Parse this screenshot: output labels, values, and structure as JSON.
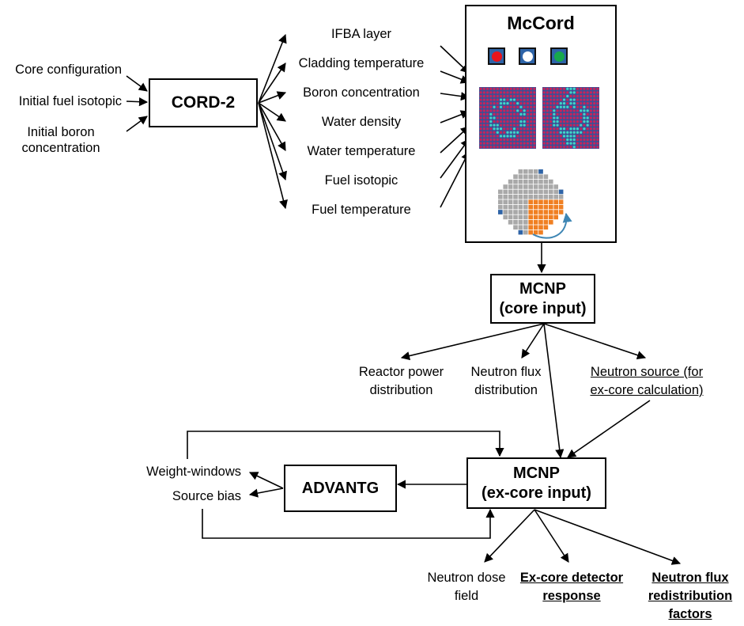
{
  "inputs": {
    "core_configuration": "Core configuration",
    "initial_fuel_isotopic": "Initial fuel isotopic",
    "initial_boron_line1": "Initial boron",
    "initial_boron_line2": "concentration"
  },
  "cord2": {
    "label": "CORD-2"
  },
  "parameters": {
    "ifba_layer": "IFBA layer",
    "cladding_temperature": "Cladding temperature",
    "boron_concentration": "Boron concentration",
    "water_density": "Water density",
    "water_temperature": "Water temperature",
    "fuel_isotopic": "Fuel isotopic",
    "fuel_temperature": "Fuel temperature"
  },
  "mccord": {
    "title": "McCord",
    "pin_colors": [
      "#e8141c",
      "#ffffff",
      "#17a94b"
    ],
    "lattice_colors": {
      "background": "#3c5096",
      "rod": "#c8235a",
      "poison": "#3fd8c8",
      "gap": "#7a5aa0"
    },
    "core_colors": {
      "assembly": "#a9a9a9",
      "quarter": "#f07f22",
      "reflector": "#2e64a8",
      "rotate_arrow": "#3e86b4"
    }
  },
  "mcnp_core": {
    "line1": "MCNP",
    "line2": "(core input)"
  },
  "core_outputs": {
    "reactor_power_line1": "Reactor power",
    "reactor_power_line2": "distribution",
    "neutron_flux_line1": "Neutron flux",
    "neutron_flux_line2": "distribution",
    "neutron_source_line1": "Neutron source (for",
    "neutron_source_line2": "ex-core calculation)"
  },
  "mcnp_excore": {
    "line1": "MCNP",
    "line2": "(ex-core input)"
  },
  "advantg": {
    "label": "ADVANTG"
  },
  "advantg_outputs": {
    "weight_windows": "Weight-windows",
    "source_bias": "Source bias"
  },
  "excore_outputs": {
    "dose_line1": "Neutron dose",
    "dose_line2": "field",
    "detector_line1": "Ex-core detector",
    "detector_line2": "response",
    "redistribution_line1": "Neutron flux",
    "redistribution_line2": "redistribution",
    "redistribution_line3": "factors"
  }
}
